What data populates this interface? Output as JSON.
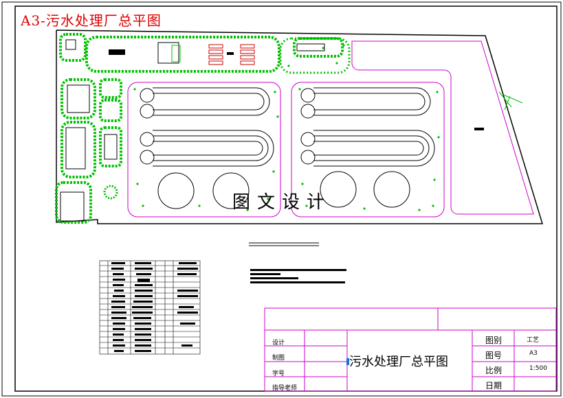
{
  "sheet_title": "A3-污水处理厂总平图",
  "watermark": "图文设计",
  "title_block": {
    "drawing_name": "污水处理厂总平图",
    "rows_left": [
      "设计",
      "制图",
      "学号",
      "指导老师"
    ],
    "fields": [
      {
        "label": "图别",
        "value": "工艺"
      },
      {
        "label": "图号",
        "value": "A3"
      },
      {
        "label": "比例",
        "value": "1:500"
      },
      {
        "label": "日期",
        "value": ""
      }
    ]
  },
  "colors": {
    "frame": "#000000",
    "title": "#e00000",
    "greenery": "#00c000",
    "road": "#cc00cc"
  }
}
